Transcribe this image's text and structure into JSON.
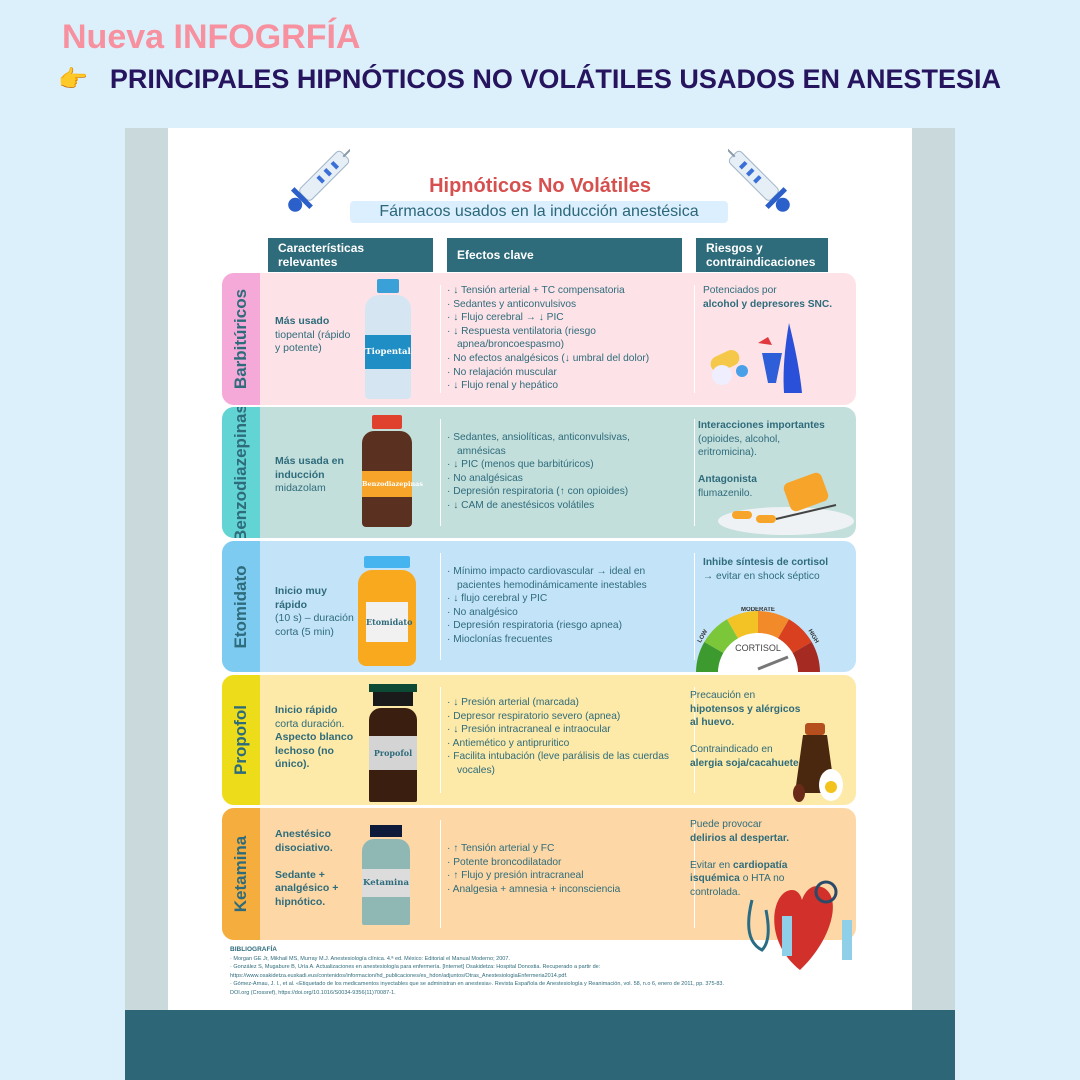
{
  "header": {
    "title": "Nueva INFOGRFÍA",
    "subtitle": "PRINCIPALES HIPNÓTICOS NO VOLÁTILES USADOS EN ANESTESIA",
    "pointer_icon": "pointing-hand-icon"
  },
  "poster": {
    "title": "Hipnóticos No Volátiles",
    "subtitle": "Fármacos usados en la inducción anestésica",
    "columns": [
      "Características relevantes",
      "Efectos clave",
      "Riesgos y contraindicaciones"
    ],
    "rows": [
      {
        "name": "Barbitúricos",
        "bottle_label": "Tiopental",
        "char_bold": "Más usado",
        "char_text": "tiopental (rápido y potente)",
        "effects": [
          "↓ Tensión arterial + TC compensatoria",
          "Sedantes y anticonvulsivos",
          "↓ Flujo cerebral → ↓ PIC",
          "↓ Respuesta ventilatoria (riesgo apnea/broncoespasmo)",
          "No efectos analgésicos (↓ umbral del dolor)",
          "No relajación muscular",
          "↓ Flujo renal y hepático"
        ],
        "risk_1": "Potenciados por",
        "risk_2": "alcohol y depresores SNC."
      },
      {
        "name": "Benzodiazepinas",
        "bottle_label": "Benzodiazepinas",
        "char_bold": "Más usada en inducción",
        "char_text": "midazolam",
        "effects": [
          "Sedantes, ansiolíticas, anticonvulsivas, amnésicas",
          "↓ PIC (menos que barbitúricos)",
          "No analgésicas",
          "Depresión respiratoria (↑ con opioides)",
          "↓ CAM de anestésicos volátiles"
        ],
        "risk_1": "Interacciones importantes",
        "risk_2": "(opioides, alcohol, eritromicina).",
        "risk_3": "Antagonista",
        "risk_4": "flumazenilo."
      },
      {
        "name": "Etomidato",
        "bottle_label": "Etomidato",
        "char_bold": "Inicio muy rápido",
        "char_text": "(10 s) – duración corta (5 min)",
        "effects": [
          "Mínimo impacto cardiovascular → ideal en pacientes hemodinámicamente inestables",
          "↓ flujo cerebral y PIC",
          "No analgésico",
          "Depresión respiratoria (riesgo apnea)",
          "Mioclonías frecuentes"
        ],
        "risk_1": "Inhibe síntesis de cortisol →",
        "risk_2": "evitar en shock séptico",
        "gauge": {
          "labels": [
            "LOW",
            "MODERATE",
            "HIGH"
          ],
          "center": "CORTISOL",
          "colors": [
            "#3c9a2e",
            "#7cc63a",
            "#f3c224",
            "#f28a2a",
            "#d8401f",
            "#a42a22"
          ]
        }
      },
      {
        "name": "Propofol",
        "bottle_label": "Propofol",
        "char_bold": "Inicio rápido",
        "char_text": "corta duración.",
        "char_bold2": "Aspecto blanco lechoso (no único).",
        "effects": [
          "↓ Presión arterial (marcada)",
          "Depresor respiratorio severo (apnea)",
          "↓ Presión intracraneal e intraocular",
          "Antiemético y antipruritico",
          "Facilita intubación (leve parálisis de las cuerdas vocales)"
        ],
        "risk_1": "Precaución en",
        "risk_2": "hipotensos y alérgicos al huevo.",
        "risk_3": "Contraindicado en",
        "risk_4": "alergia soja/cacahuete."
      },
      {
        "name": "Ketamina",
        "bottle_label": "Ketamina",
        "char_bold": "Anestésico disociativo.",
        "char_bold2": "Sedante + analgésico + hipnótico.",
        "effects": [
          "↑ Tensión arterial y FC",
          "Potente broncodilatador",
          "↑ Flujo y presión intracraneal",
          "Analgesia + amnesia + inconsciencia"
        ],
        "risk_1": "Puede provocar",
        "risk_2": "delirios al despertar.",
        "risk_3": "Evitar en",
        "risk_4": "cardiopatía isquémica",
        "risk_5": "o HTA no controlada."
      }
    ],
    "bibliography": {
      "title": "BIBLIOGRAFÍA",
      "items": [
        "Morgan GE Jr, Mikhail MS, Murray M.J. Anestesiología clínica. 4.ª ed. México: Editorial el Manual Moderno; 2007.",
        "González S, Mugabure B, Uría A. Actualizaciones en anestesiología para enfermería. [Internet] Osakidetza: Hospital Donostia. Recuperado a partir de: https://www.osakidetza.euskadi.eus/contenidos/informacion/hd_publicaciones/es_hdon/adjuntos/Otras_AnestesiologiaEnfermeria2014.pdf.",
        "Gómez-Arnau, J. I., et al. «Etiquetado de los medicamentos inyectables que se administran en anestesia». Revista Española de Anestesiología y Reanimación, vol. 58, n.o 6, enero de 2011, pp. 375-83. DOI.org (Crossref), https://doi.org/10.1016/S0034-9356(11)70087-1."
      ]
    }
  }
}
